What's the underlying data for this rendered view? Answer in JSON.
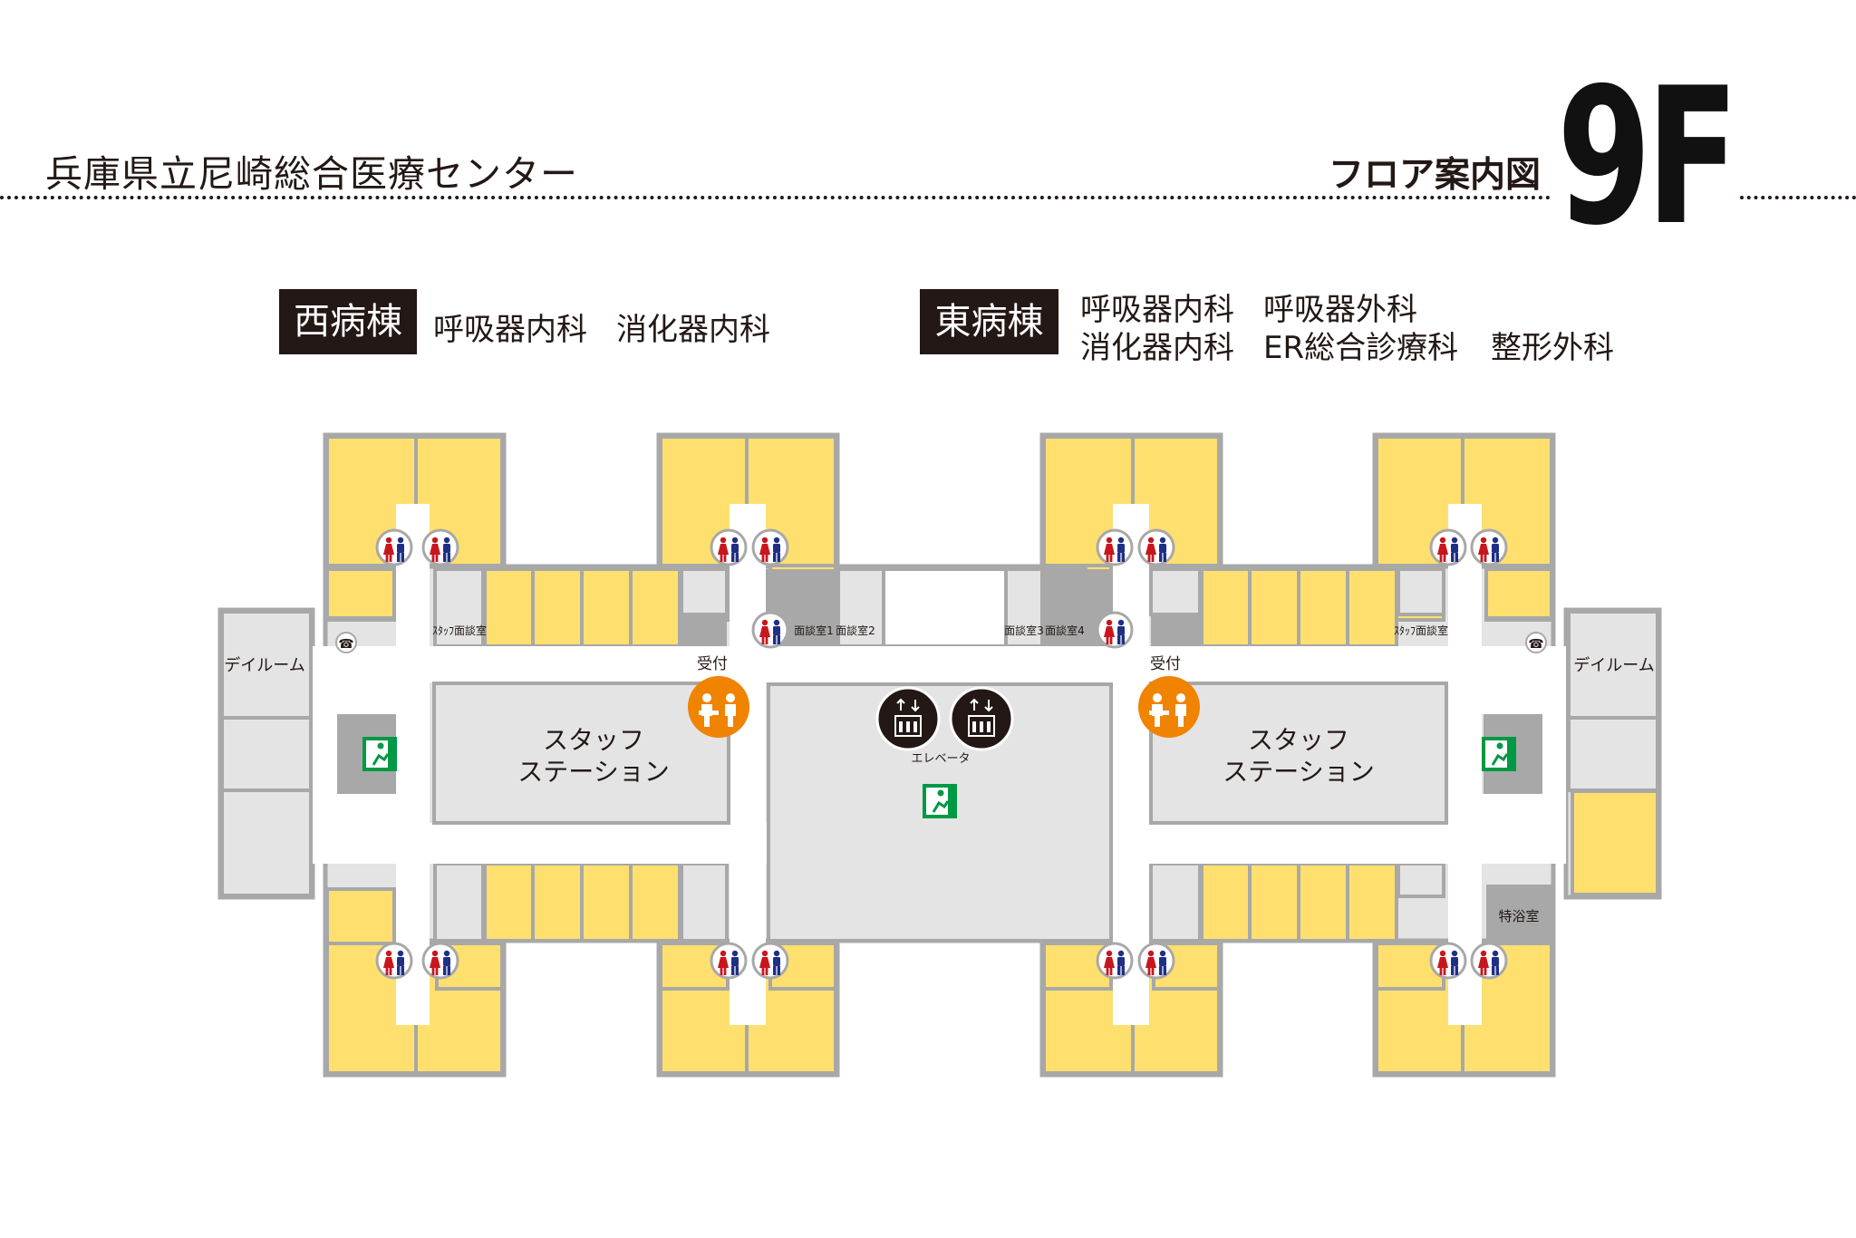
{
  "header": {
    "hospital_name": "兵庫県立尼崎総合医療センター",
    "floor_guide_label": "フロア案内図",
    "floor_number": "9F"
  },
  "wards": {
    "west": {
      "label": "西病棟",
      "departments": [
        "呼吸器内科",
        "消化器内科"
      ]
    },
    "east": {
      "label": "東病棟",
      "departments": [
        "呼吸器内科",
        "呼吸器外科",
        "消化器内科",
        "ER総合診療科",
        "整形外科"
      ]
    }
  },
  "map": {
    "day_room": "デイルーム",
    "staff_station": [
      "スタッフ",
      "ステーション"
    ],
    "staff_meeting_room": "ｽﾀｯﾌ面談室",
    "reception": "受付",
    "meeting_rooms": [
      "面談室1",
      "面談室2",
      "面談室3",
      "面談室4"
    ],
    "elevator": "エレベータ",
    "special_bath": "特浴室"
  },
  "colors": {
    "room_yellow": "#ffe06e",
    "room_gray": "#e4e4e4",
    "wall": "#a8a8a8",
    "dark_gray": "#a0a0a0",
    "reception_orange": "#f08300",
    "exit_green": "#009944",
    "restroom_male": "#1f2f86",
    "restroom_female": "#c8161e",
    "elevator_icon": "#231815"
  }
}
